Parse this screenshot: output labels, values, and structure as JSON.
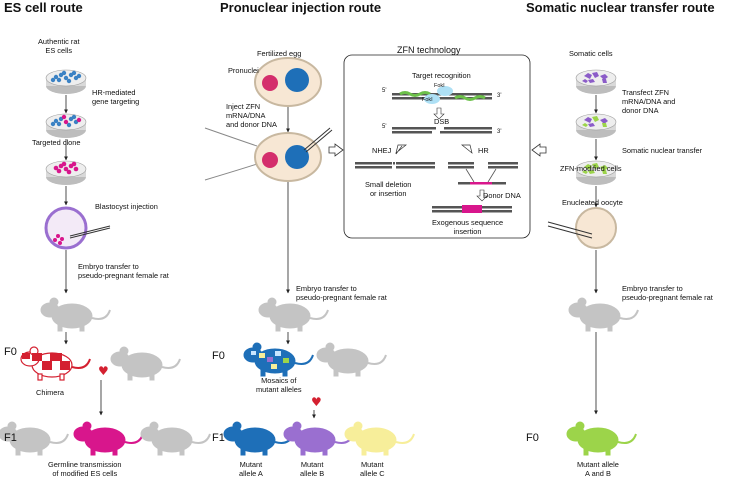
{
  "columns": {
    "es": {
      "title": "ES cell route",
      "labels": [
        "Authentic rat\nES cells",
        "HR-mediated\ngene targeting",
        "Targeted clone",
        "Blastocyst injection",
        "Embryo transfer to\npseudo-pregnant female rat",
        "Chimera",
        "Germline transmission\nof modified ES cells"
      ]
    },
    "pi": {
      "title": "Pronuclear injection route",
      "labels": [
        "Fertilized egg",
        "Pronuclei",
        "Inject ZFN\nmRNA/DNA\nand donor DNA",
        "Embryo transfer to\npseudo-pregnant female rat",
        "Mosaics of\nmutant alleles",
        "Mutant\nallele A",
        "Mutant\nallele B",
        "Mutant\nallele C"
      ]
    },
    "snt": {
      "title": "Somatic nuclear transfer route",
      "labels": [
        "Somatic cells",
        "Transfect ZFN\nmRNA/DNA and\ndonor DNA",
        "Somatic nuclear transfer",
        "ZFN-modified cells",
        "Enucleated oocyte",
        "Embryo transfer to\npseudo-pregnant female rat",
        "Mutant allele\nA and B"
      ]
    }
  },
  "generations": {
    "f0": "F0",
    "f1": "F1"
  },
  "zfn": {
    "title": "ZFN technology",
    "target": "Target recognition",
    "foki": "FokI",
    "dsb": "DSB",
    "nhej": "NHEJ",
    "hr": "HR",
    "small": "Small deletion\nor insertion",
    "donor": "Donor DNA",
    "exo": "Exogenous sequence\ninsertion",
    "end5": "5'",
    "end3": "3'"
  },
  "colors": {
    "es_cells": "#3b82c4",
    "chimera_red": "#d42030",
    "pink": "#d8168c",
    "mosaic_blue": "#1e6fb8",
    "purple": "#9a6fd0",
    "yellow": "#f7ee9a",
    "green": "#9cd44a",
    "somatic_purple": "#8b5cc8",
    "gray_rat": "#c4c4c4",
    "egg": "#f7e7d4",
    "egg_border": "#c8b8a0"
  }
}
